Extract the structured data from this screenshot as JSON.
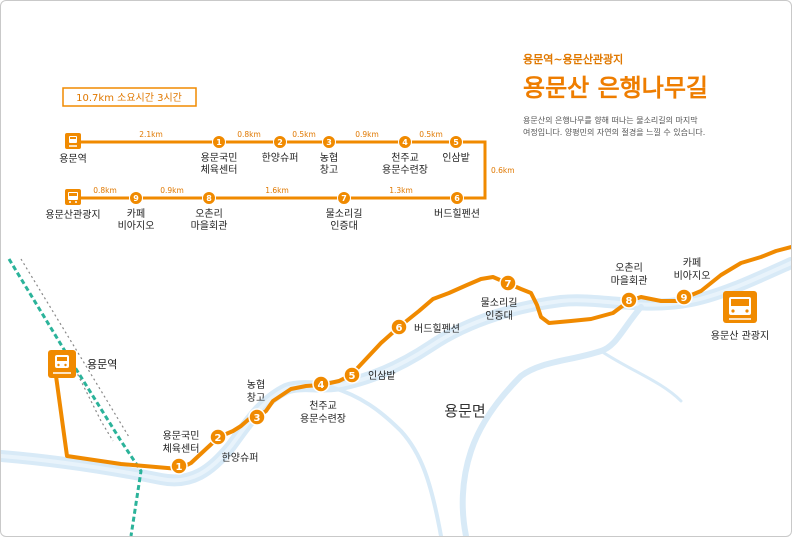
{
  "header": {
    "subtitle": "용문역~용문산관광지",
    "title": "용문산 은행나무길",
    "desc1": "용문산의 은행나무를 향해 떠나는 물소리길의 마지막",
    "desc2": "여정입니다. 양평민의 자연의 절경을 느낄 수 있습니다."
  },
  "summary": "10.7km 소요시간 3시간",
  "diagram": {
    "start": "용문역",
    "end": "용문산관광지",
    "stops": [
      {
        "n": "1",
        "l1": "용문국민",
        "l2": "체육센터"
      },
      {
        "n": "2",
        "l1": "한양슈퍼",
        "l2": ""
      },
      {
        "n": "3",
        "l1": "농협",
        "l2": "창고"
      },
      {
        "n": "4",
        "l1": "천주교",
        "l2": "용문수련장"
      },
      {
        "n": "5",
        "l1": "인삼밭",
        "l2": ""
      },
      {
        "n": "6",
        "l1": "버드힐펜션",
        "l2": ""
      },
      {
        "n": "7",
        "l1": "물소리길",
        "l2": "인증대"
      },
      {
        "n": "8",
        "l1": "오촌리",
        "l2": "마을회관"
      },
      {
        "n": "9",
        "l1": "카페",
        "l2": "비아지오"
      }
    ],
    "distances": {
      "start_1": "2.1km",
      "1_2": "0.8km",
      "2_3": "0.5km",
      "3_4": "0.9km",
      "4_5": "0.5km",
      "5_6": "0.6km",
      "6_7": "1.3km",
      "7_8": "1.6km",
      "8_9": "0.9km",
      "9_end": "0.8km"
    }
  },
  "map": {
    "station": "용문역",
    "town": "용문면",
    "terminal": "용문산 관광지",
    "labels": {
      "s1": [
        "용문국민",
        "체육센터"
      ],
      "s2": [
        "한양슈퍼"
      ],
      "s3": [
        "농협",
        "창고"
      ],
      "s4": [
        "천주교",
        "용문수련장"
      ],
      "s5": [
        "인삼밭"
      ],
      "s6": [
        "버드힐펜션"
      ],
      "s7": [
        "물소리길",
        "인증대"
      ],
      "s8": [
        "오촌리",
        "마을회관"
      ],
      "s9": [
        "카페",
        "비아지오"
      ]
    }
  },
  "colors": {
    "route": "#f08a00",
    "river": "#d6e9f7",
    "rail_green": "#2bb39a"
  }
}
